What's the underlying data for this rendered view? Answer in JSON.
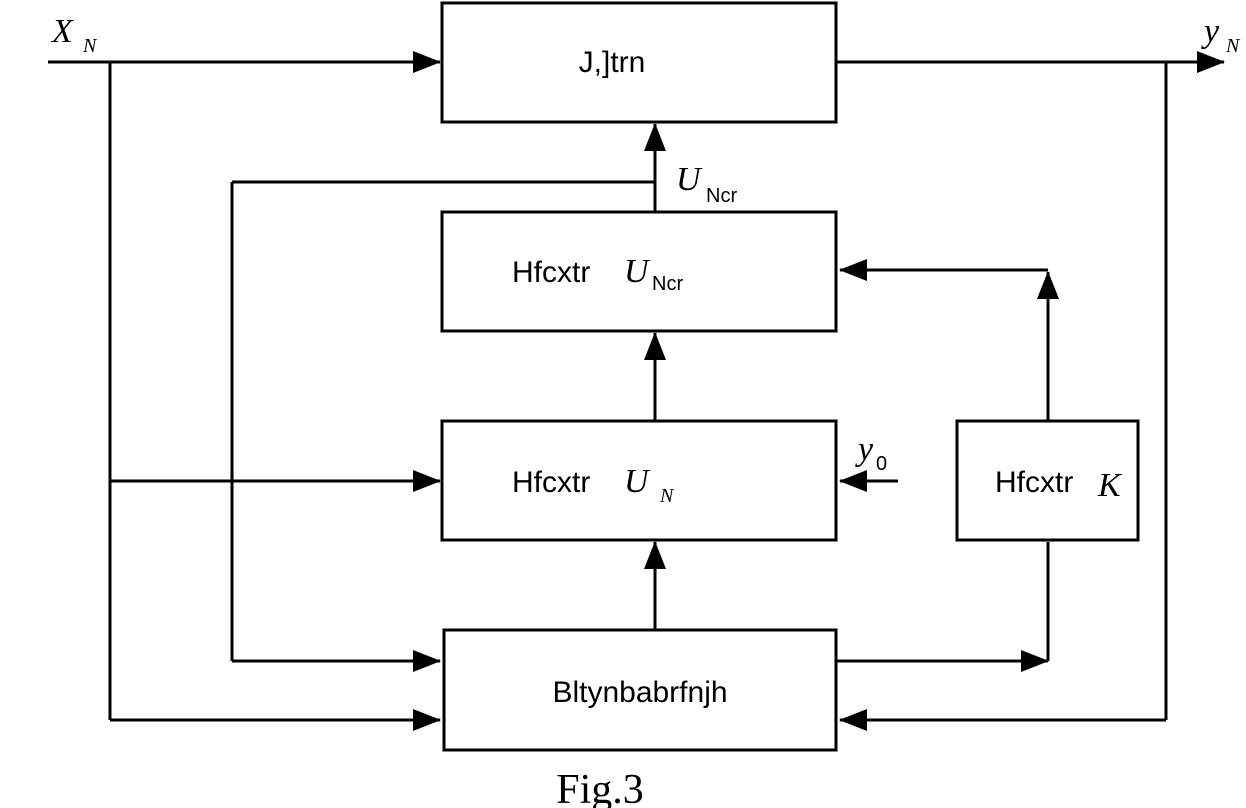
{
  "blocks": {
    "object": {
      "label": "J,]trn"
    },
    "calc_u_ncr": {
      "label": "Hfcxtr",
      "var": "U",
      "sub": "Ncr"
    },
    "calc_u_n": {
      "label": "Hfcxtr",
      "var": "U",
      "sub": "N"
    },
    "calc_k": {
      "label": "Hfcxtr",
      "var": "K"
    },
    "identifier": {
      "label": "Bltynbabrfnjh"
    }
  },
  "signals": {
    "input": {
      "var": "X",
      "sub": "N"
    },
    "output": {
      "var": "y",
      "sub": "N"
    },
    "control": {
      "var": "U",
      "sub": "Ncr"
    },
    "setpoint": {
      "var": "y",
      "sub": "0"
    }
  },
  "caption": "Fig.3"
}
